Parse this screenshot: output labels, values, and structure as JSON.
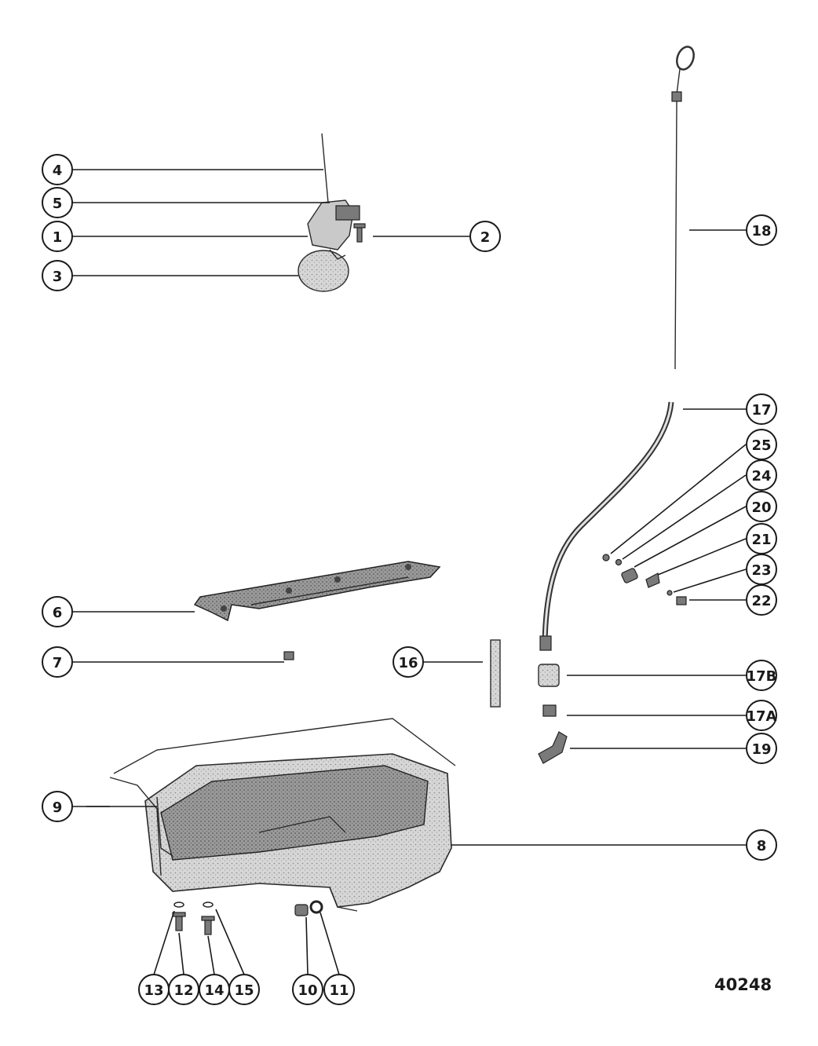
{
  "figure_number": "40248",
  "callouts": {
    "c1": "1",
    "c2": "2",
    "c3": "3",
    "c4": "4",
    "c5": "5",
    "c6": "6",
    "c7": "7",
    "c8": "8",
    "c9": "9",
    "c10": "10",
    "c11": "11",
    "c12": "12",
    "c13": "13",
    "c14": "14",
    "c15": "15",
    "c16": "16",
    "c17": "17",
    "c17A": "17A",
    "c17B": "17B",
    "c18": "18",
    "c19": "19",
    "c20": "20",
    "c21": "21",
    "c22": "22",
    "c23": "23",
    "c24": "24",
    "c25": "25"
  }
}
